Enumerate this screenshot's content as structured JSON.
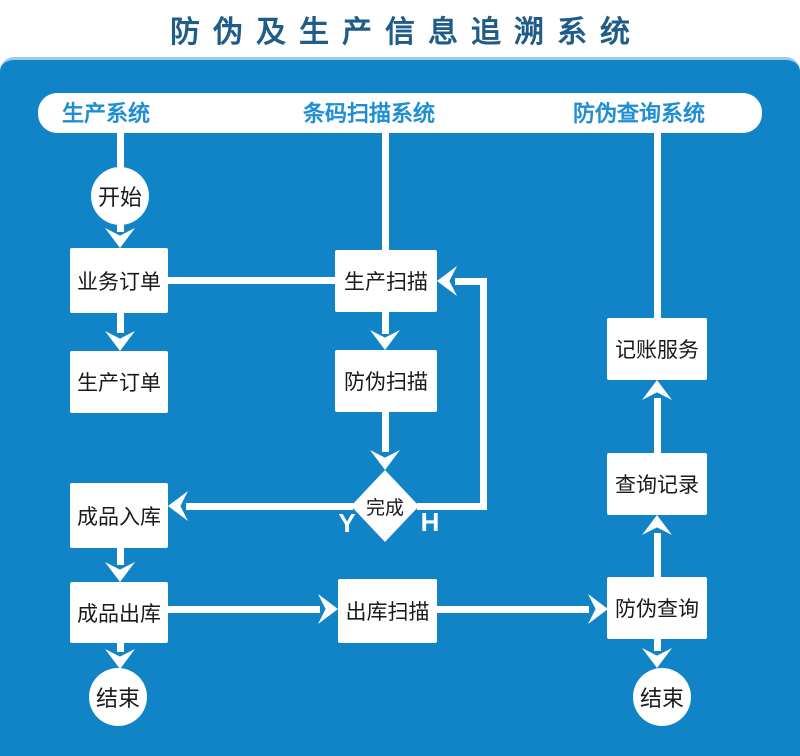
{
  "title": "防伪及生产信息追溯系统",
  "colors": {
    "panel_blue": "#1184c7",
    "panel_top_edge": "#9cc9e7",
    "title_blue": "#1f5c88",
    "header_label_blue": "#1f8ed4",
    "node_text": "#1a1a1a",
    "shape_white": "#ffffff"
  },
  "headers": {
    "production_system": "生产系统",
    "barcode_scan_system": "条码扫描系统",
    "anticounterfeit_query_system": "防伪查询系统"
  },
  "nodes": {
    "start": "开始",
    "business_order": "业务订单",
    "production_order": "生产订单",
    "production_scan": "生产扫描",
    "anticounterfeit_scan": "防伪扫描",
    "complete": "完成",
    "finished_goods_in": "成品入库",
    "finished_goods_out": "成品出库",
    "outbound_scan": "出库扫描",
    "accounting_service": "记账服务",
    "query_record": "查询记录",
    "anticounterfeit_query": "防伪查询",
    "end_left": "结束",
    "end_right": "结束"
  },
  "branch": {
    "yes": "Y",
    "no": "H"
  }
}
